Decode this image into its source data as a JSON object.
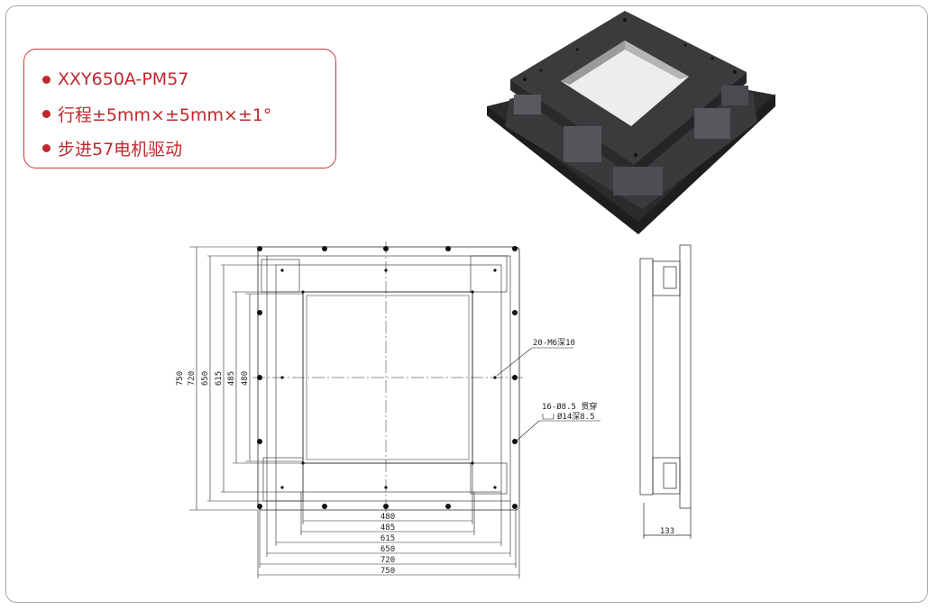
{
  "specs": [
    "XXY650A-PM57",
    "行程±5mm×±5mm×±1°",
    "步进57电机驱动"
  ],
  "drawing": {
    "vertical_dims": [
      "750",
      "720",
      "650",
      "615",
      "485",
      "480"
    ],
    "horizontal_dims": [
      "480",
      "485",
      "615",
      "650",
      "720",
      "750"
    ],
    "side_height": "133",
    "note_thread": "20-M6深10",
    "note_hole_1": "16-Ø8.5 贯穿",
    "note_hole_2": "Ø14深8.5"
  },
  "colors": {
    "accent": "#c0282d",
    "frame": "#a9a9a9"
  }
}
